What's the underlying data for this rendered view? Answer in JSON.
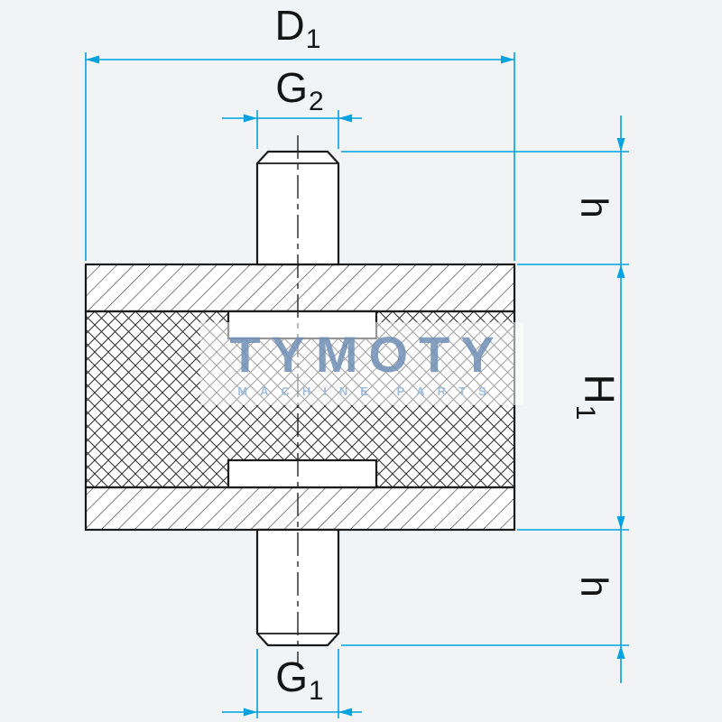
{
  "labels": {
    "d1": {
      "main": "D",
      "sub": "1"
    },
    "g2": {
      "main": "G",
      "sub": "2"
    },
    "h_top": "h",
    "h1": {
      "main": "H",
      "sub": "1"
    },
    "h_bottom": "h",
    "g1": {
      "main": "G",
      "sub": "1"
    }
  },
  "watermark": {
    "title": "TYMOTY",
    "subtitle": "MACHINE PARTS"
  },
  "colors": {
    "dimension_lines": "#00a2e0",
    "outline": "#1a1a1a",
    "background": "#f2f3f4"
  }
}
